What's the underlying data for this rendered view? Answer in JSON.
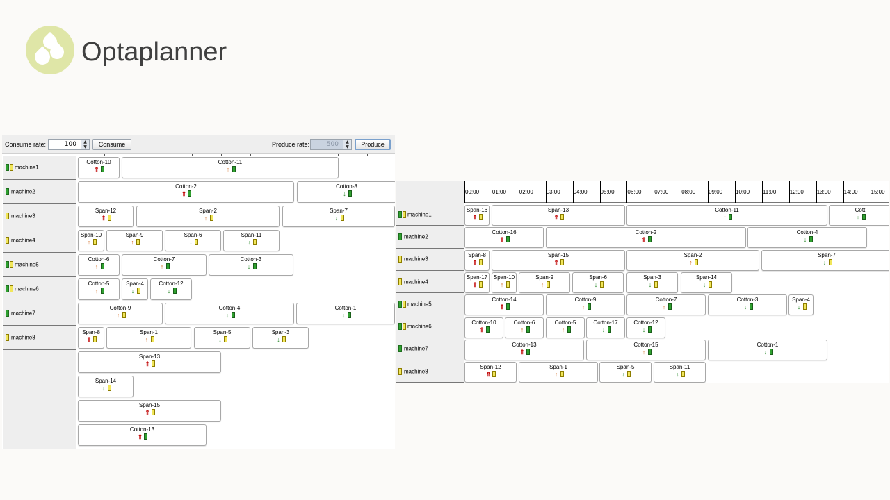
{
  "slide": {
    "title": "Optaplanner"
  },
  "logo": {
    "icon": "water-drops-icon"
  },
  "left_panel": {
    "toolbar": {
      "consume_rate_label": "Consume rate:",
      "consume_rate_value": "100",
      "consume_button": "Consume",
      "produce_rate_label": "Produce rate:",
      "produce_rate_value": "500",
      "produce_button": "Produce"
    },
    "machines": [
      {
        "name": "machine1",
        "icons": "gy"
      },
      {
        "name": "machine2",
        "icons": "g"
      },
      {
        "name": "machine3",
        "icons": "y"
      },
      {
        "name": "machine4",
        "icons": "y"
      },
      {
        "name": "machine5",
        "icons": "gy"
      },
      {
        "name": "machine6",
        "icons": "gy"
      },
      {
        "name": "machine7",
        "icons": "g"
      },
      {
        "name": "machine8",
        "icons": "y"
      }
    ],
    "tasks": [
      {
        "row": 0,
        "name": "Cotton-10",
        "arrow": "dup",
        "res": "g"
      },
      {
        "row": 0,
        "name": "Cotton-11",
        "arrow": "up",
        "res": "g"
      },
      {
        "row": 1,
        "name": "Cotton-2",
        "arrow": "dup",
        "res": "g"
      },
      {
        "row": 1,
        "name": "Cotton-8",
        "arrow": "down",
        "res": "g"
      },
      {
        "row": 2,
        "name": "Span-12",
        "arrow": "dup",
        "res": "y"
      },
      {
        "row": 2,
        "name": "Span-2",
        "arrow": "up",
        "res": "y"
      },
      {
        "row": 2,
        "name": "Span-7",
        "arrow": "down",
        "res": "y"
      },
      {
        "row": 3,
        "name": "Span-10",
        "arrow": "up",
        "res": "y"
      },
      {
        "row": 3,
        "name": "Span-9",
        "arrow": "up",
        "res": "y"
      },
      {
        "row": 3,
        "name": "Span-6",
        "arrow": "down",
        "res": "y"
      },
      {
        "row": 3,
        "name": "Span-11",
        "arrow": "down",
        "res": "y"
      },
      {
        "row": 4,
        "name": "Cotton-6",
        "arrow": "up",
        "res": "g"
      },
      {
        "row": 4,
        "name": "Cotton-7",
        "arrow": "up",
        "res": "g"
      },
      {
        "row": 4,
        "name": "Cotton-3",
        "arrow": "down",
        "res": "g"
      },
      {
        "row": 5,
        "name": "Cotton-5",
        "arrow": "up",
        "res": "g"
      },
      {
        "row": 5,
        "name": "Span-4",
        "arrow": "down",
        "res": "y"
      },
      {
        "row": 5,
        "name": "Cotton-12",
        "arrow": "down",
        "res": "g"
      },
      {
        "row": 6,
        "name": "Cotton-9",
        "arrow": "up",
        "res": "y"
      },
      {
        "row": 6,
        "name": "Cotton-4",
        "arrow": "down",
        "res": "g"
      },
      {
        "row": 6,
        "name": "Cotton-1",
        "arrow": "down",
        "res": "g"
      },
      {
        "row": 7,
        "name": "Span-8",
        "arrow": "dup",
        "res": "y"
      },
      {
        "row": 7,
        "name": "Span-1",
        "arrow": "up",
        "res": "y"
      },
      {
        "row": 7,
        "name": "Span-5",
        "arrow": "down",
        "res": "y"
      },
      {
        "row": 7,
        "name": "Span-3",
        "arrow": "down",
        "res": "y"
      },
      {
        "row": 8,
        "name": "Span-13",
        "arrow": "dup",
        "res": "y"
      },
      {
        "row": 9,
        "name": "Span-14",
        "arrow": "down",
        "res": "y"
      },
      {
        "row": 10,
        "name": "Span-15",
        "arrow": "dup",
        "res": "y"
      },
      {
        "row": 11,
        "name": "Cotton-13",
        "arrow": "dup",
        "res": "g"
      }
    ]
  },
  "right_panel": {
    "times": [
      "00:00",
      "01:00",
      "02:00",
      "03:00",
      "04:00",
      "05:00",
      "06:00",
      "07:00",
      "08:00",
      "09:00",
      "10:00",
      "11:00",
      "12:00",
      "13:00",
      "14:00",
      "15:00"
    ],
    "machines": [
      {
        "name": "machine1",
        "icons": "gy"
      },
      {
        "name": "machine2",
        "icons": "g"
      },
      {
        "name": "machine3",
        "icons": "y"
      },
      {
        "name": "machine4",
        "icons": "y"
      },
      {
        "name": "machine5",
        "icons": "gy"
      },
      {
        "name": "machine6",
        "icons": "gy"
      },
      {
        "name": "machine7",
        "icons": "g"
      },
      {
        "name": "machine8",
        "icons": "y"
      }
    ],
    "tasks": [
      {
        "row": 0,
        "name": "Span-16",
        "arrow": "dup",
        "res": "y"
      },
      {
        "row": 0,
        "name": "Span-13",
        "arrow": "dup",
        "res": "y"
      },
      {
        "row": 0,
        "name": "Cotton-11",
        "arrow": "up",
        "res": "g"
      },
      {
        "row": 0,
        "name": "Cott",
        "arrow": "down",
        "res": "g"
      },
      {
        "row": 1,
        "name": "Cotton-16",
        "arrow": "dup",
        "res": "g"
      },
      {
        "row": 1,
        "name": "Cotton-2",
        "arrow": "dup",
        "res": "g"
      },
      {
        "row": 1,
        "name": "Cotton-4",
        "arrow": "down",
        "res": "g"
      },
      {
        "row": 2,
        "name": "Span-8",
        "arrow": "dup",
        "res": "y"
      },
      {
        "row": 2,
        "name": "Span-15",
        "arrow": "dup",
        "res": "y"
      },
      {
        "row": 2,
        "name": "Span-2",
        "arrow": "up",
        "res": "y"
      },
      {
        "row": 2,
        "name": "Span-7",
        "arrow": "down",
        "res": "y"
      },
      {
        "row": 3,
        "name": "Span-17",
        "arrow": "dup",
        "res": "y"
      },
      {
        "row": 3,
        "name": "Span-10",
        "arrow": "up",
        "res": "y"
      },
      {
        "row": 3,
        "name": "Span-9",
        "arrow": "up",
        "res": "y"
      },
      {
        "row": 3,
        "name": "Span-6",
        "arrow": "down",
        "res": "y"
      },
      {
        "row": 3,
        "name": "Span-3",
        "arrow": "down",
        "res": "y"
      },
      {
        "row": 3,
        "name": "Span-14",
        "arrow": "down",
        "res": "y"
      },
      {
        "row": 4,
        "name": "Cotton-14",
        "arrow": "dup",
        "res": "g"
      },
      {
        "row": 4,
        "name": "Cotton-9",
        "arrow": "up",
        "res": "g"
      },
      {
        "row": 4,
        "name": "Cotton-7",
        "arrow": "up",
        "res": "g"
      },
      {
        "row": 4,
        "name": "Cotton-3",
        "arrow": "down",
        "res": "g"
      },
      {
        "row": 4,
        "name": "Span-4",
        "arrow": "down",
        "res": "y"
      },
      {
        "row": 5,
        "name": "Cotton-10",
        "arrow": "dup",
        "res": "g"
      },
      {
        "row": 5,
        "name": "Cotton-6",
        "arrow": "up",
        "res": "g"
      },
      {
        "row": 5,
        "name": "Cotton-5",
        "arrow": "up",
        "res": "g"
      },
      {
        "row": 5,
        "name": "Cotton-17",
        "arrow": "down",
        "res": "g"
      },
      {
        "row": 5,
        "name": "Cotton-12",
        "arrow": "down",
        "res": "g"
      },
      {
        "row": 6,
        "name": "Cotton-13",
        "arrow": "dup",
        "res": "g"
      },
      {
        "row": 6,
        "name": "Cotton-15",
        "arrow": "up",
        "res": "g"
      },
      {
        "row": 6,
        "name": "Cotton-1",
        "arrow": "down",
        "res": "g"
      },
      {
        "row": 7,
        "name": "Span-12",
        "arrow": "dup",
        "res": "y"
      },
      {
        "row": 7,
        "name": "Span-1",
        "arrow": "up",
        "res": "y"
      },
      {
        "row": 7,
        "name": "Span-5",
        "arrow": "down",
        "res": "y"
      },
      {
        "row": 7,
        "name": "Span-11",
        "arrow": "down",
        "res": "y"
      }
    ]
  },
  "colors": {
    "logo": "#dfe6a7",
    "title": "#404040",
    "green_resource": "#2fa12f",
    "yellow_resource": "#f1e65a"
  }
}
